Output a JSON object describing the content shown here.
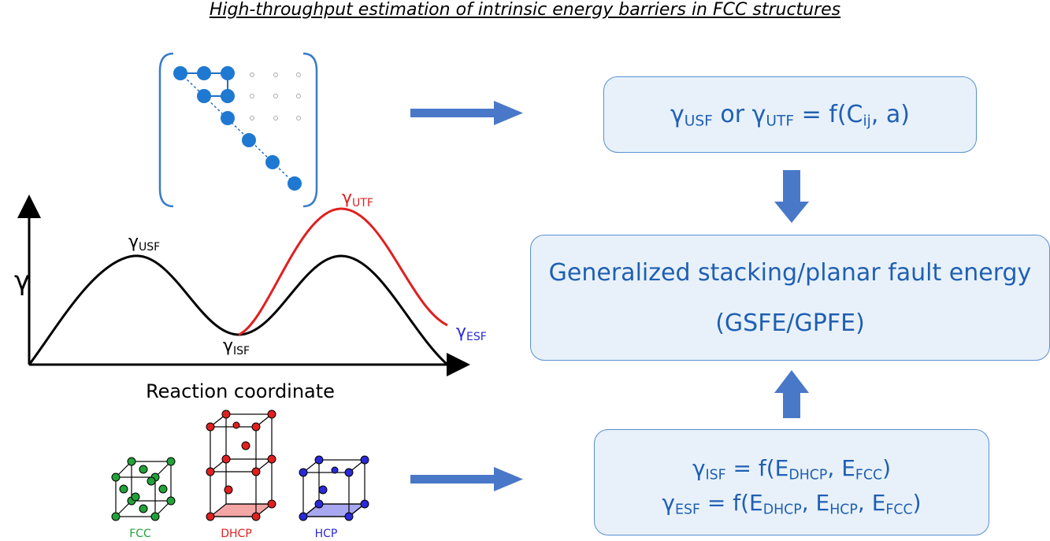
{
  "title": "High-throughput estimation of intrinsic energy barriers in FCC structures",
  "top_box": {
    "gamma": "γ",
    "sub1": "USF",
    "or": " or ",
    "sub2": "UTF",
    "rhs": " = f(C",
    "cij": "ij",
    "tail": ", a)"
  },
  "mid_box": {
    "line1": "Generalized stacking/planar fault energy",
    "line2": "(GSFE/GPFE)"
  },
  "bot_box": {
    "l1_sub": "ISF",
    "l1_a": " = f(E",
    "l1_s1": "DHCP",
    "l1_b": ", E",
    "l1_s2": "FCC",
    "l1_c": ")",
    "l2_sub": "ESF",
    "l2_a": " = f(E",
    "l2_s1": "DHCP",
    "l2_b": ", E",
    "l2_s2": "HCP",
    "l2_c": ", E",
    "l2_s3": "FCC",
    "l2_d": ")"
  },
  "curve": {
    "y_symbol": "γ",
    "xlabel": "Reaction coordinate",
    "peaks": {
      "usf": "USF",
      "isf": "ISF",
      "utf": "UTF",
      "esf": "ESF"
    }
  },
  "structures": {
    "fcc": "FCC",
    "dhcp": "DHCP",
    "hcp": "HCP"
  },
  "colors": {
    "accent": "#1f5fb3",
    "arrow": "#4a78c8",
    "fcc": "#22a33a",
    "dhcp": "#e02020",
    "hcp": "#2a2ad8",
    "utf": "#e02020",
    "esf": "#2a2ad8"
  }
}
